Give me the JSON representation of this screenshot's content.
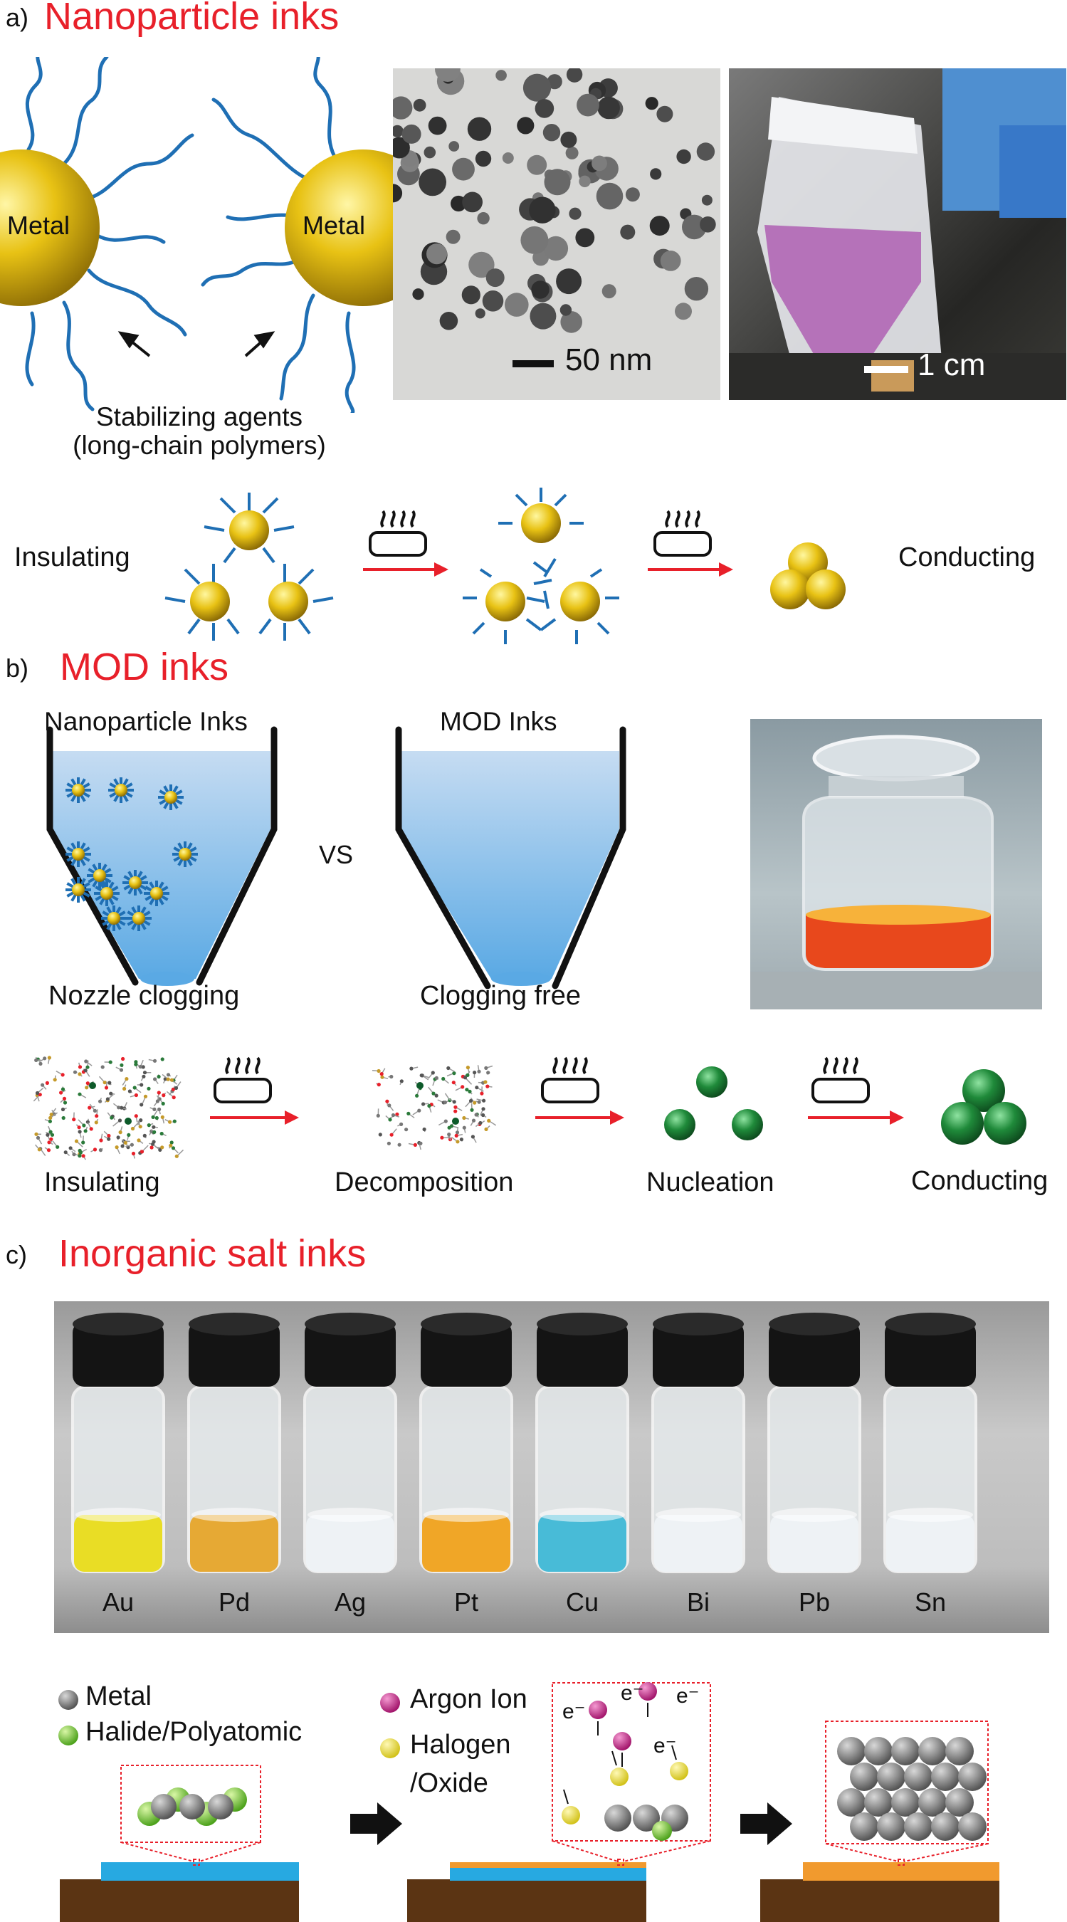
{
  "panel_a": {
    "letter": "a)",
    "title": "Nanoparticle inks",
    "metal_label": "Metal",
    "stabilizer_label_1": "Stabilizing agents",
    "stabilizer_label_2": "(long-chain polymers)",
    "tem_scale": "50 nm",
    "photo_scale": "1 cm",
    "flow": [
      "Insulating",
      "Conducting"
    ]
  },
  "panel_b": {
    "letter": "b)",
    "title": "MOD inks",
    "left_funnel_title": "Nanoparticle Inks",
    "right_funnel_title": "MOD Inks",
    "vs": "VS",
    "left_caption": "Nozzle clogging",
    "right_caption": "Clogging free",
    "flow": [
      "Insulating",
      "Decomposition",
      "Nucleation",
      "Conducting"
    ]
  },
  "panel_c": {
    "letter": "c)",
    "title": "Inorganic salt inks",
    "vials": [
      {
        "label": "Au",
        "color": "#e9dc1a"
      },
      {
        "label": "Pd",
        "color": "#e6a52a"
      },
      {
        "label": "Ag",
        "color": "#eef2f5"
      },
      {
        "label": "Pt",
        "color": "#f0a21c"
      },
      {
        "label": "Cu",
        "color": "#3fb8d6"
      },
      {
        "label": "Bi",
        "color": "#eef2f5"
      },
      {
        "label": "Pb",
        "color": "#eef2f5"
      },
      {
        "label": "Sn",
        "color": "#eef2f5"
      }
    ],
    "legend_metal": "Metal",
    "legend_halide": "Halide/Polyatomic",
    "legend_argon": "Argon Ion",
    "legend_halogen_1": "Halogen",
    "legend_halogen_2": "/Oxide",
    "electron": "e⁻"
  },
  "colors": {
    "title_red": "#e8202a",
    "arrow_red": "#e8202a",
    "gold": "#e8c214",
    "polymer_blue": "#1f6fb4",
    "green": "#1f8a3a",
    "substrate": "#5b3413"
  }
}
